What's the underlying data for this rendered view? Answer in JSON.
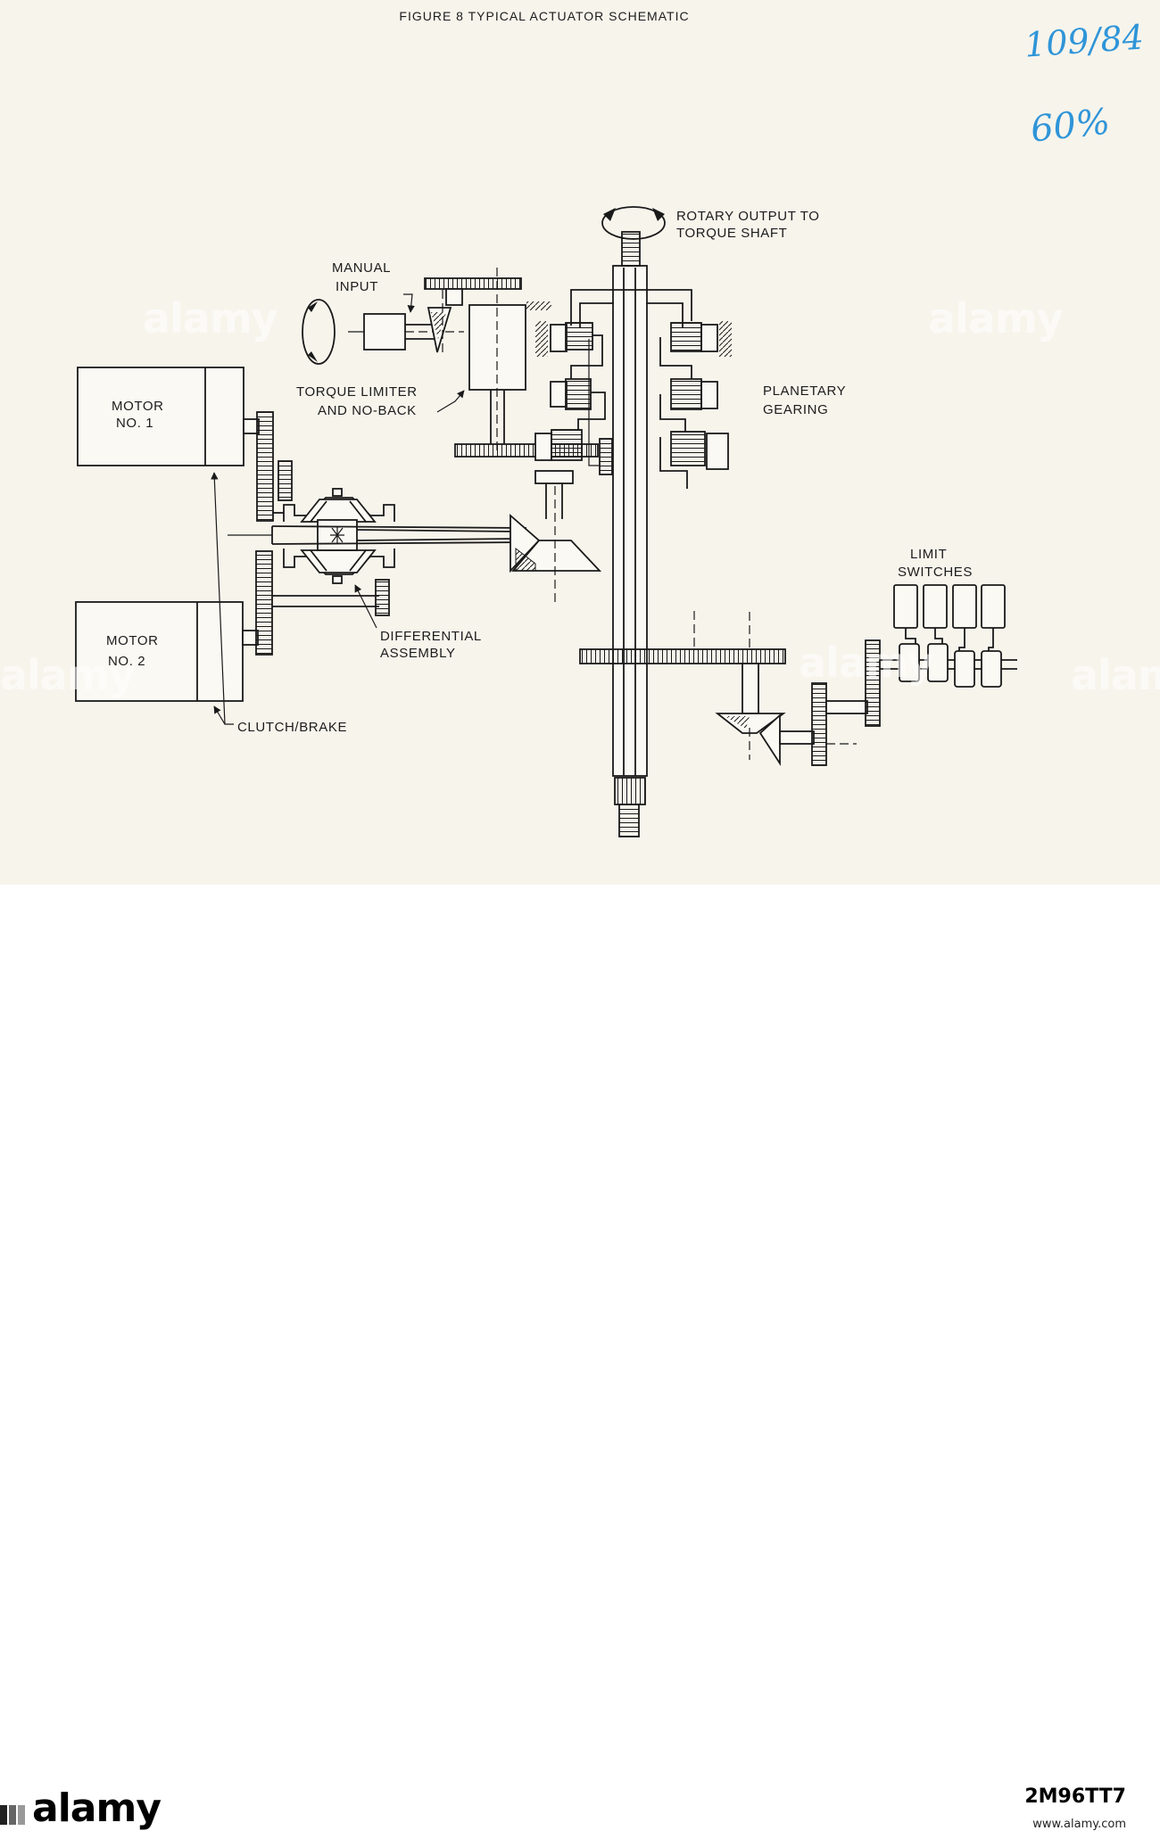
{
  "figure": {
    "title": "FIGURE 8 TYPICAL ACTUATOR SCHEMATIC",
    "handwritten_ref": "109/84",
    "handwritten_pct": "60%"
  },
  "labels": {
    "rotary_output_1": "ROTARY OUTPUT TO",
    "rotary_output_2": "TORQUE SHAFT",
    "manual_input_1": "MANUAL",
    "manual_input_2": "INPUT",
    "torque_limiter_1": "TORQUE LIMITER",
    "torque_limiter_2": "AND NO-BACK",
    "planetary_1": "PLANETARY",
    "planetary_2": "GEARING",
    "motor1_1": "MOTOR",
    "motor1_2": "NO. 1",
    "motor2_1": "MOTOR",
    "motor2_2": "NO. 2",
    "differential_1": "DIFFERENTIAL",
    "differential_2": "ASSEMBLY",
    "clutch_brake": "CLUTCH/BRAKE",
    "limit_switches_1": "LIMIT",
    "limit_switches_2": "SWITCHES"
  },
  "watermark": {
    "text": "alamy"
  },
  "footer": {
    "brand": "alamy",
    "image_id": "2M96TT7",
    "url": "www.alamy.com"
  },
  "colors": {
    "paper": "#f7f4ec",
    "ink": "#1a1a1a",
    "handwriting": "#2f95d8"
  },
  "icons": {
    "rotation_arrow": "curved-rotation-arrow-icon"
  }
}
